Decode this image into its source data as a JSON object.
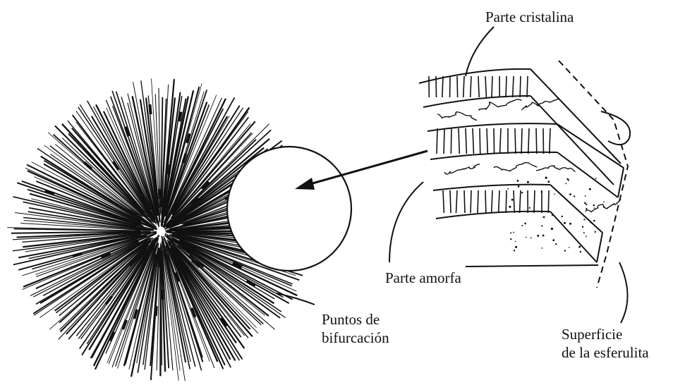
{
  "labels": {
    "parte_cristalina": "Parte cristalina",
    "parte_amorfa": "Parte amorfa",
    "puntos_line1": "Puntos de",
    "puntos_line2": "bifurcación",
    "superficie_line1": "Superficie",
    "superficie_line2": "de la esferulita"
  },
  "colors": {
    "ink": "#111111",
    "background": "#ffffff"
  }
}
